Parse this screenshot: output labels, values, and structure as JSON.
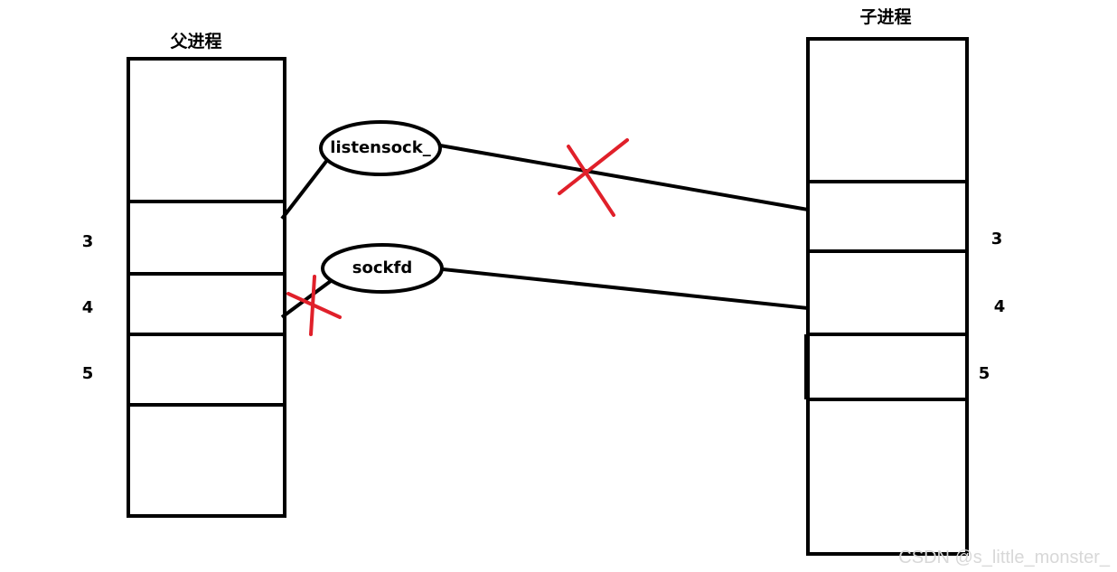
{
  "parent": {
    "title": "父进程",
    "rows": [
      {
        "label": "3"
      },
      {
        "label": "4"
      },
      {
        "label": "5"
      }
    ]
  },
  "child": {
    "title": "子进程",
    "rows": [
      {
        "label": "3"
      },
      {
        "label": "4"
      },
      {
        "label": "5"
      }
    ]
  },
  "sockets": {
    "listen": "listensock_",
    "conn": "sockfd"
  },
  "colors": {
    "line": "#000000",
    "cross": "#e0202a"
  },
  "watermark": "CSDN @s_little_monster_"
}
